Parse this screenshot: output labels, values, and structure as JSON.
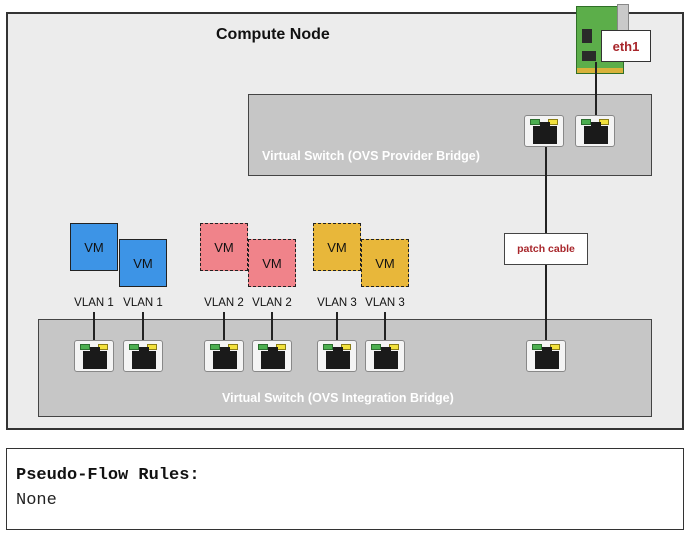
{
  "node": {
    "title": "Compute Node"
  },
  "provider_bridge": {
    "label": "Virtual Switch (OVS Provider Bridge)"
  },
  "integration_bridge": {
    "label": "Virtual Switch (OVS Integration Bridge)"
  },
  "nic": {
    "label": "eth1"
  },
  "patch": {
    "label": "patch cable"
  },
  "vms": [
    {
      "label": "VM",
      "vlan": "VLAN 1",
      "color": "#3d94e6"
    },
    {
      "label": "VM",
      "vlan": "VLAN 1",
      "color": "#3d94e6"
    },
    {
      "label": "VM",
      "vlan": "VLAN 2",
      "color": "#f0838a"
    },
    {
      "label": "VM",
      "vlan": "VLAN 2",
      "color": "#f0838a"
    },
    {
      "label": "VM",
      "vlan": "VLAN 3",
      "color": "#e8b73a"
    },
    {
      "label": "VM",
      "vlan": "VLAN 3",
      "color": "#e8b73a"
    }
  ],
  "rules": {
    "title": "Pseudo-Flow Rules:",
    "value": "None"
  }
}
